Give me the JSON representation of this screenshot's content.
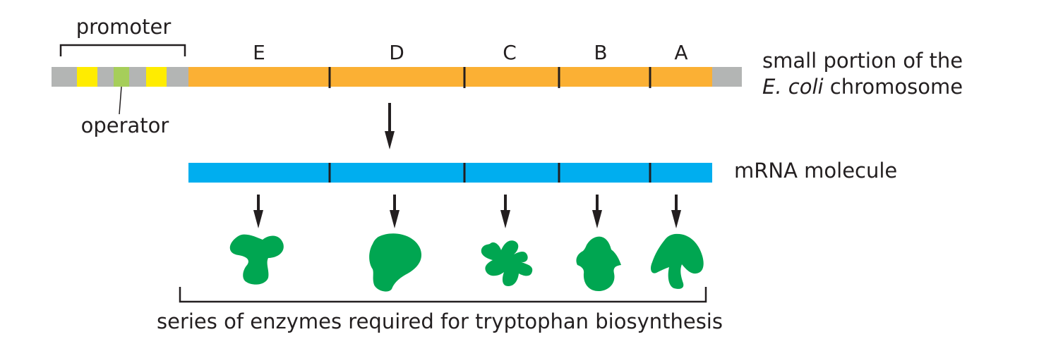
{
  "promoter_label": "promoter",
  "operator_label": "operator",
  "chromosome_label": {
    "line1": "small portion of the",
    "line2_italic": "E. coli",
    "line2_rest": " chromosome"
  },
  "genes": [
    "E",
    "D",
    "C",
    "B",
    "A"
  ],
  "mrna_label": "mRNA molecule",
  "enzymes_label": "series of enzymes required for tryptophan biosynthesis",
  "colors": {
    "gene": "#fbb034",
    "mrna": "#00aeef",
    "flank": "#b3b5b4",
    "promoter_box": "#ffec00",
    "operator_box": "#a6ce5a",
    "enzyme": "#00a651",
    "ink": "#231f20"
  }
}
